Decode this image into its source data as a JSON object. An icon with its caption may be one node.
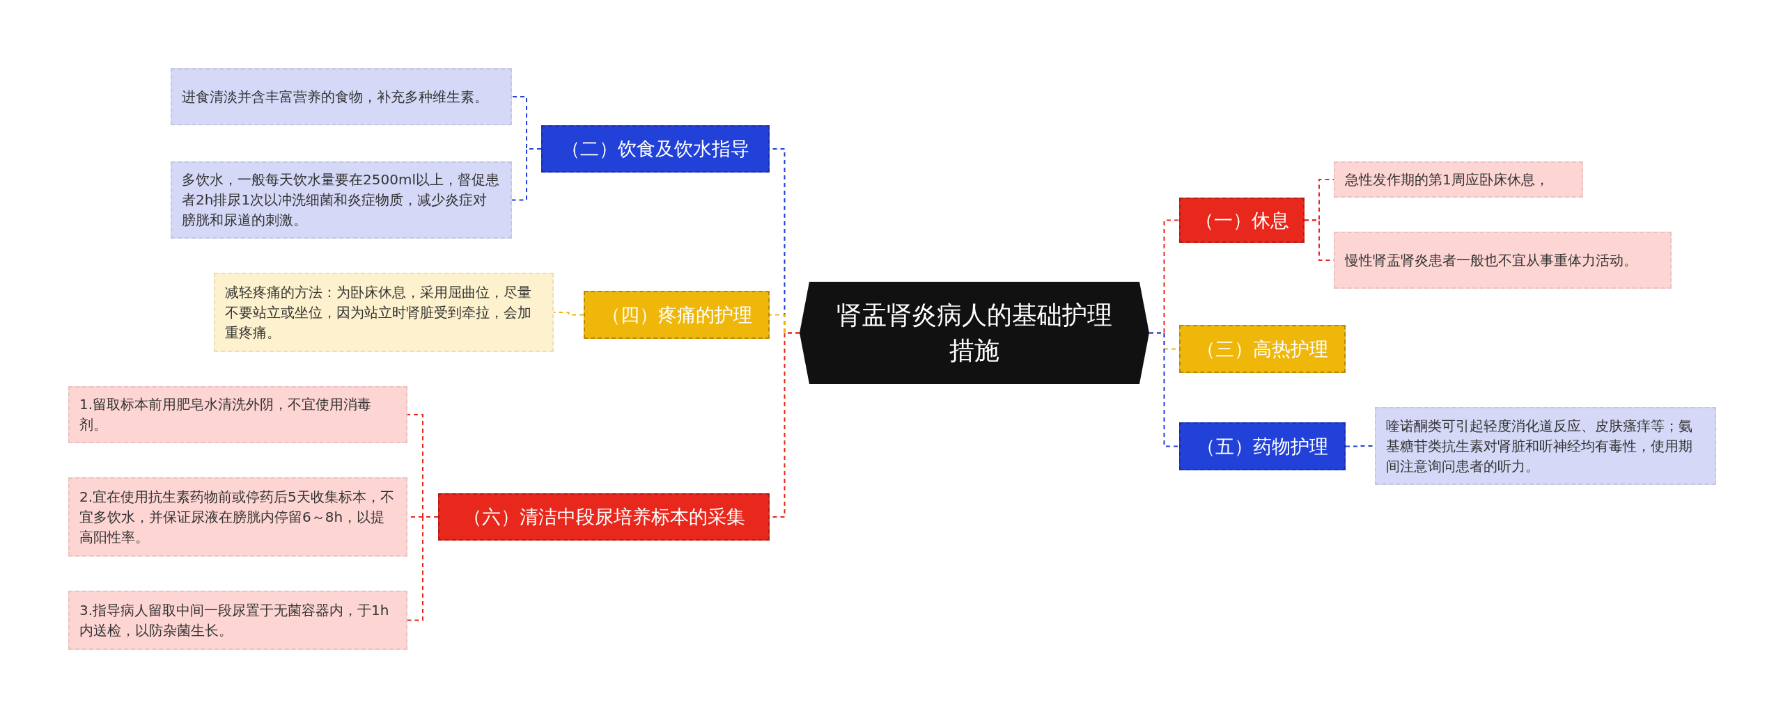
{
  "diagram": {
    "nodes": [
      {
        "text": [
          "肾盂肾炎病人的基础护理措施"
        ]
      },
      {
        "text": [
          "（一）休息"
        ]
      },
      {
        "text": [
          "急性发作期的第1周应卧床休息，"
        ]
      },
      {
        "text": [
          "慢性肾盂肾炎患者一般也不宜从事重体力活动。"
        ]
      },
      {
        "text": [
          "（三）高热护理"
        ]
      },
      {
        "text": [
          "（五）药物护理"
        ]
      },
      {
        "text": [
          "喹诺酮类可引起轻度消化道反应、皮肤瘙痒等；氨基糖苷类抗生素对肾脏和听神经均有毒性，使用期间注意询问患者的听力。"
        ]
      },
      {
        "text": [
          "（二）饮食及饮水指导"
        ]
      },
      {
        "text": [
          "进食清淡并含丰富营养的食物，补充多种维生素。"
        ]
      },
      {
        "text": [
          "多饮水，一般每天饮水量要在2500ml以上，督促患者2h排尿1次以冲洗细菌和炎症物质，减少炎症对膀胱和尿道的刺激。"
        ]
      },
      {
        "text": [
          "（四）疼痛的护理"
        ]
      },
      {
        "text": [
          "减轻疼痛的方法：为卧床休息，采用屈曲位，尽量不要站立或坐位，因为站立时肾脏受到牵拉，会加重疼痛。"
        ]
      },
      {
        "text": [
          "（六）清洁中段尿培养标本的采集"
        ]
      },
      {
        "text": [
          "1.留取标本前用肥皂水清洗外阴，不宜使用消毒剂。"
        ]
      },
      {
        "text": [
          "2.宜在使用抗生素药物前或停药后5天收集标本，不宜多饮水，并保证尿液在膀胱内停留6～8h，以提高阳性率。"
        ]
      },
      {
        "text": [
          "3.指导病人留取中间一段尿置于无菌容器内，于1h内送检，以防杂菌生长。"
        ]
      }
    ],
    "edges": [
      {
        "from": 0,
        "to": 1,
        "arrow": "none",
        "style": "dashed",
        "color": "#e8281c"
      },
      {
        "from": 1,
        "to": 2,
        "arrow": "none",
        "style": "dashed",
        "color": "#e8281c"
      },
      {
        "from": 1,
        "to": 3,
        "arrow": "none",
        "style": "dashed",
        "color": "#e8281c"
      },
      {
        "from": 0,
        "to": 4,
        "arrow": "none",
        "style": "dashed",
        "color": "#f0b70b"
      },
      {
        "from": 0,
        "to": 5,
        "arrow": "none",
        "style": "dashed",
        "color": "#2141d8"
      },
      {
        "from": 5,
        "to": 6,
        "arrow": "none",
        "style": "dashed",
        "color": "#2141d8"
      },
      {
        "from": 0,
        "to": 7,
        "arrow": "none",
        "style": "dashed",
        "color": "#2141d8"
      },
      {
        "from": 7,
        "to": 8,
        "arrow": "none",
        "style": "dashed",
        "color": "#2141d8"
      },
      {
        "from": 7,
        "to": 9,
        "arrow": "none",
        "style": "dashed",
        "color": "#2141d8"
      },
      {
        "from": 0,
        "to": 10,
        "arrow": "none",
        "style": "dashed",
        "color": "#f0b70b"
      },
      {
        "from": 10,
        "to": 11,
        "arrow": "none",
        "style": "dashed",
        "color": "#f0b70b"
      },
      {
        "from": 0,
        "to": 12,
        "arrow": "none",
        "style": "dashed",
        "color": "#e8281c"
      },
      {
        "from": 12,
        "to": 13,
        "arrow": "none",
        "style": "dashed",
        "color": "#e8281c"
      },
      {
        "from": 12,
        "to": 14,
        "arrow": "none",
        "style": "dashed",
        "color": "#e8281c"
      },
      {
        "from": 12,
        "to": 15,
        "arrow": "none",
        "style": "dashed",
        "color": "#e8281c"
      }
    ]
  }
}
